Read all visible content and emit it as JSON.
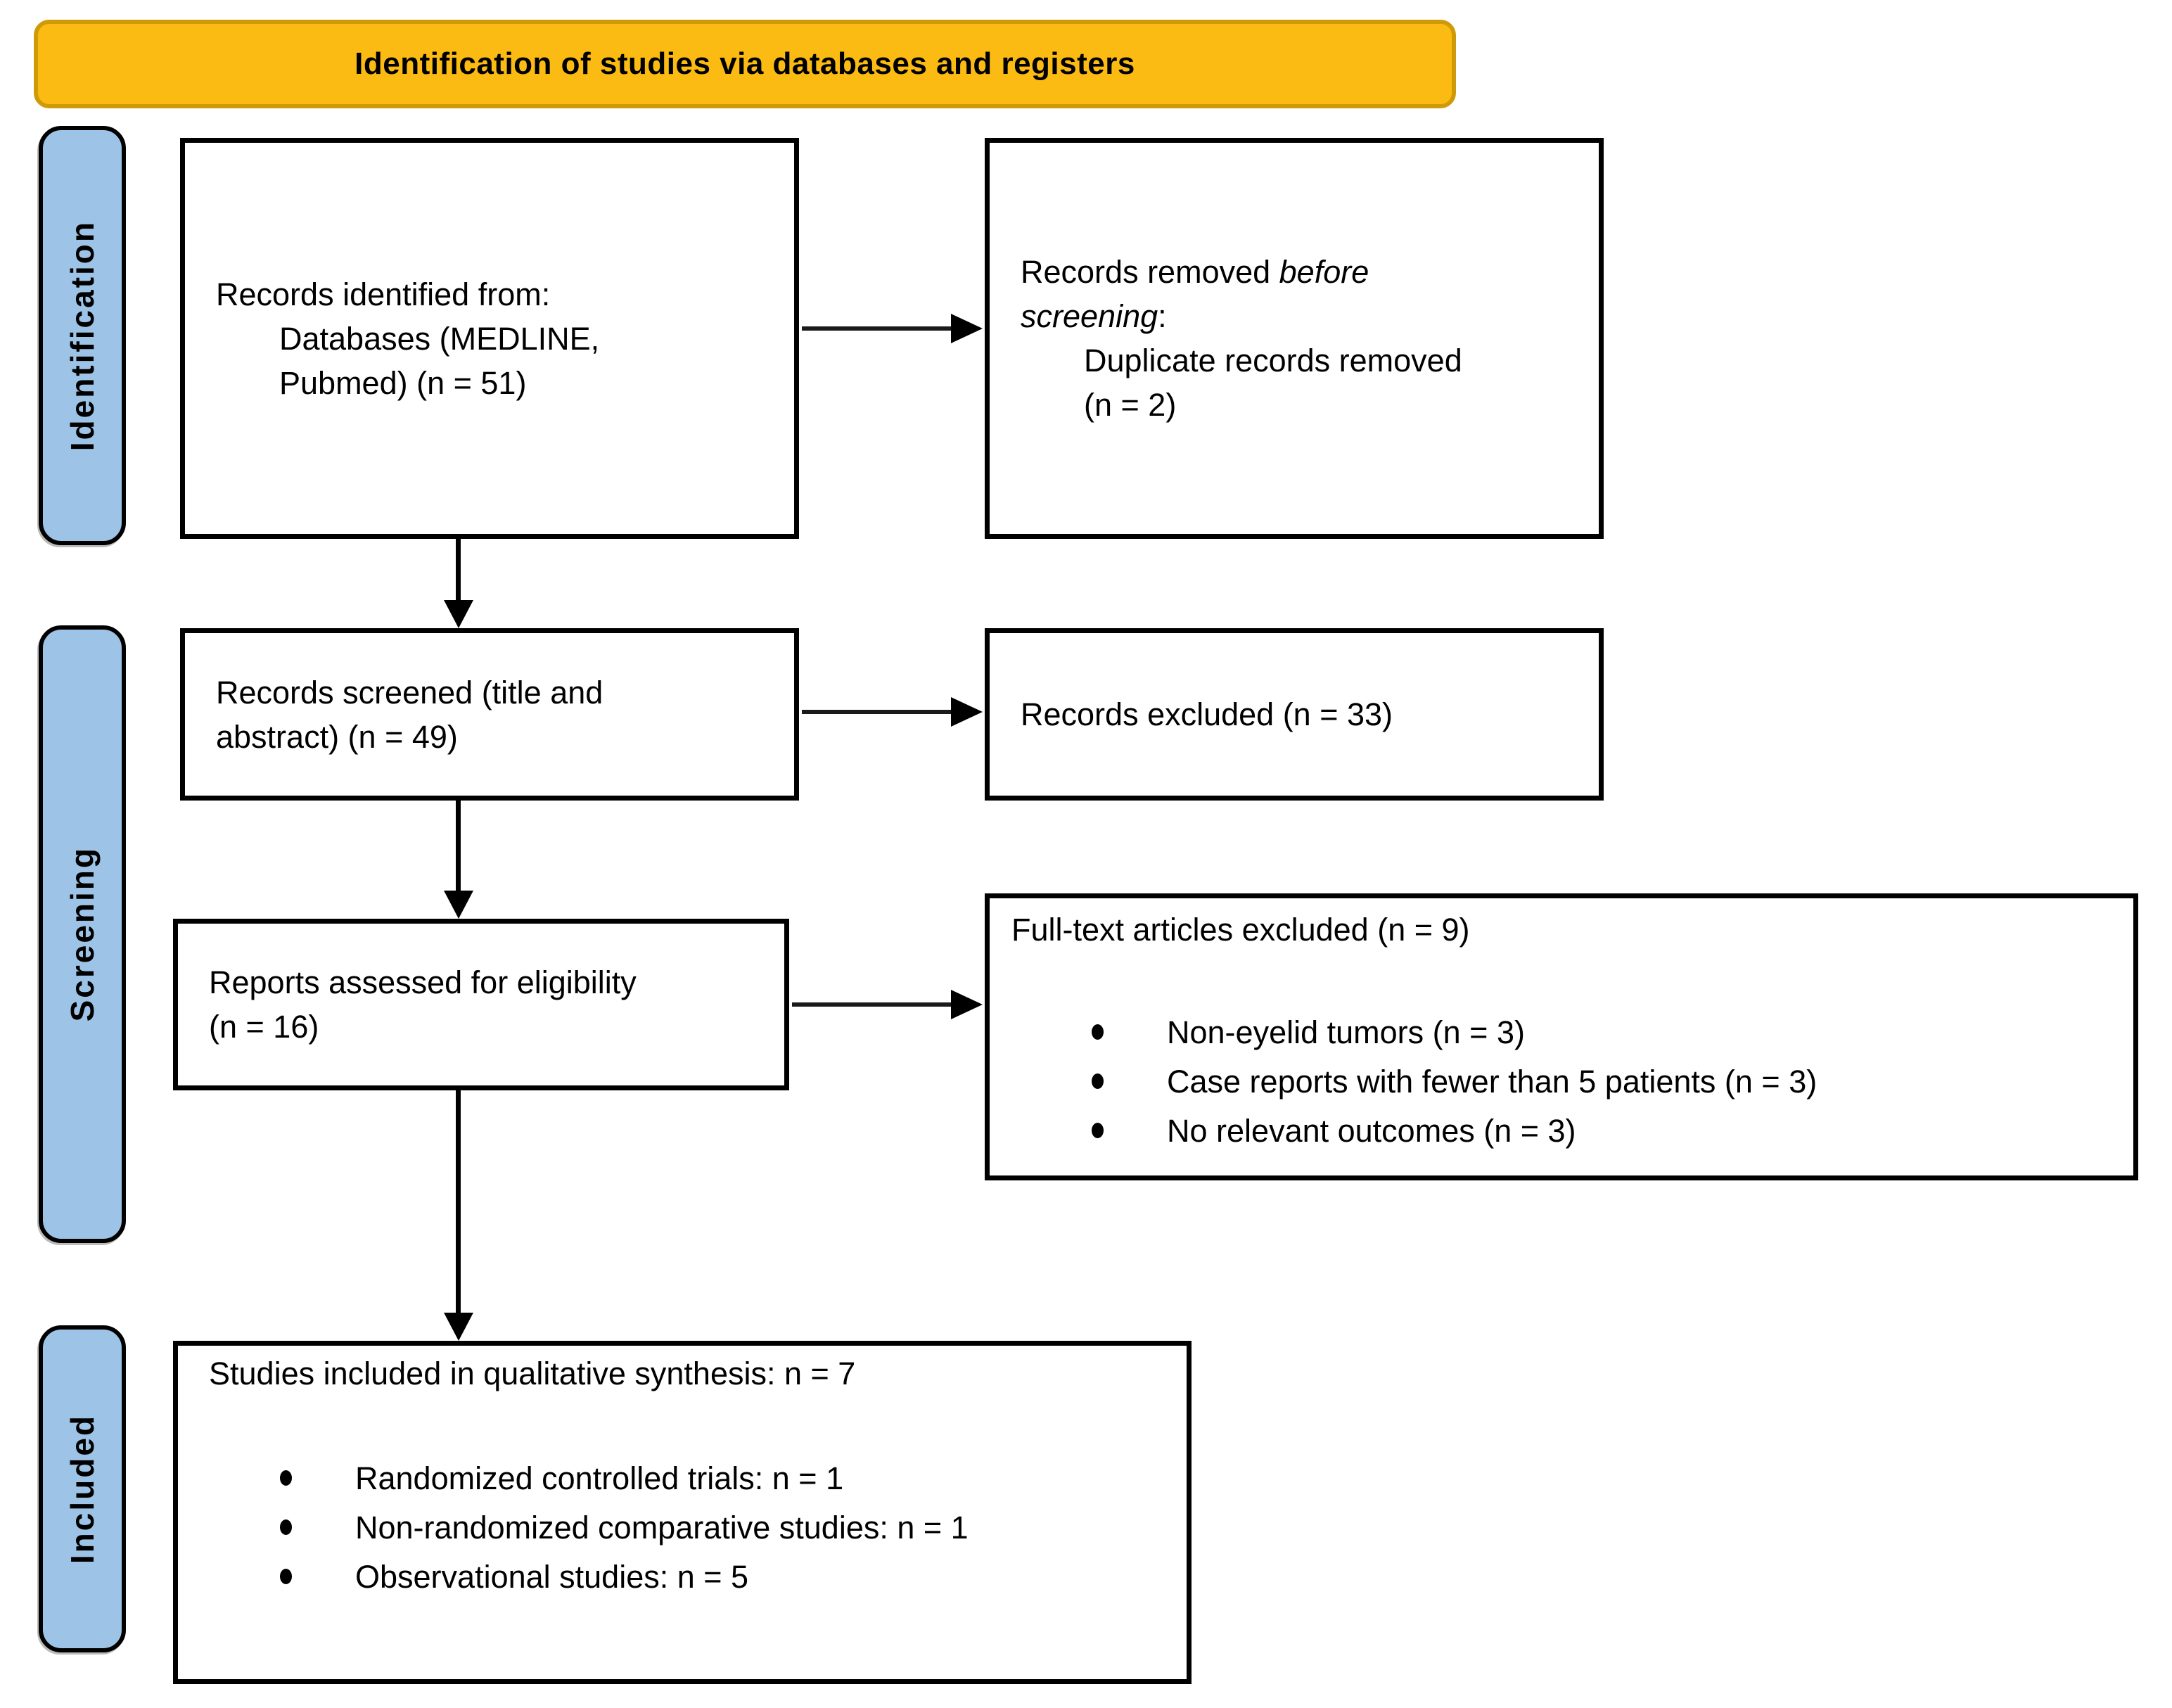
{
  "banner": {
    "title": "Identification of studies via databases and registers"
  },
  "stages": [
    {
      "label": "Identification"
    },
    {
      "label": "Screening"
    },
    {
      "label": "Included"
    }
  ],
  "boxes": {
    "records_identified": {
      "line1": "Records identified from:",
      "line2": "Databases (MEDLINE,",
      "line3": "Pubmed) (n = 51)"
    },
    "records_removed": {
      "line1_regular": "Records removed ",
      "line1_italic": "before",
      "line2_italic": "screening",
      "line2_colon": ":",
      "line3": "Duplicate records removed",
      "line4": "(n = 2)"
    },
    "records_screened": {
      "line1": "Records screened (title and",
      "line2": "abstract) (n = 49)"
    },
    "records_excluded": {
      "text": "Records excluded (n = 33)"
    },
    "reports_assessed": {
      "line1": "Reports assessed for eligibility",
      "line2": "(n = 16)"
    },
    "fulltext_excluded": {
      "title": "Full-text articles excluded (n = 9)",
      "bullets": [
        "Non-eyelid tumors (n = 3)",
        "Case reports with fewer than 5 patients (n = 3)",
        "No relevant outcomes (n = 3)"
      ]
    },
    "studies_included": {
      "title": "Studies included in qualitative synthesis: n = 7",
      "bullets": [
        "Randomized controlled trials: n = 1",
        "Non-randomized comparative studies: n = 1",
        "Observational studies: n = 5"
      ]
    }
  },
  "colors": {
    "banner_fill": "#FBBB12",
    "banner_border": "#CE9A08",
    "stage_fill": "#9DC3E6",
    "stage_border": "#000000",
    "box_border": "#000000",
    "arrow": "#000000"
  }
}
